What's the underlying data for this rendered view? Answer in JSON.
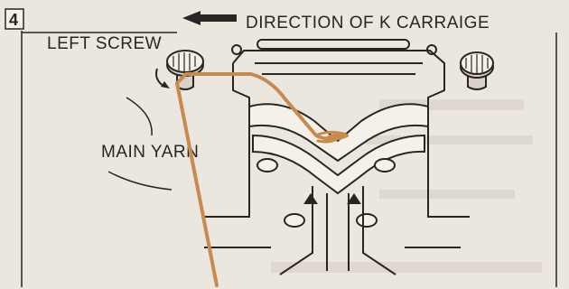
{
  "step_number": "4",
  "labels": {
    "direction": "DIRECTION OF K CARRAIGE",
    "left_screw": "LEFT SCREW",
    "main_yarn": "MAIN YARN"
  },
  "colors": {
    "background": "#ebe6de",
    "line": "#2a2522",
    "yarn": "#c98a4e",
    "screw": "#d8d2c8"
  },
  "icons": {
    "direction_arrow": "arrow-left-icon",
    "rotation_arrow": "curved-arrow-icon"
  }
}
